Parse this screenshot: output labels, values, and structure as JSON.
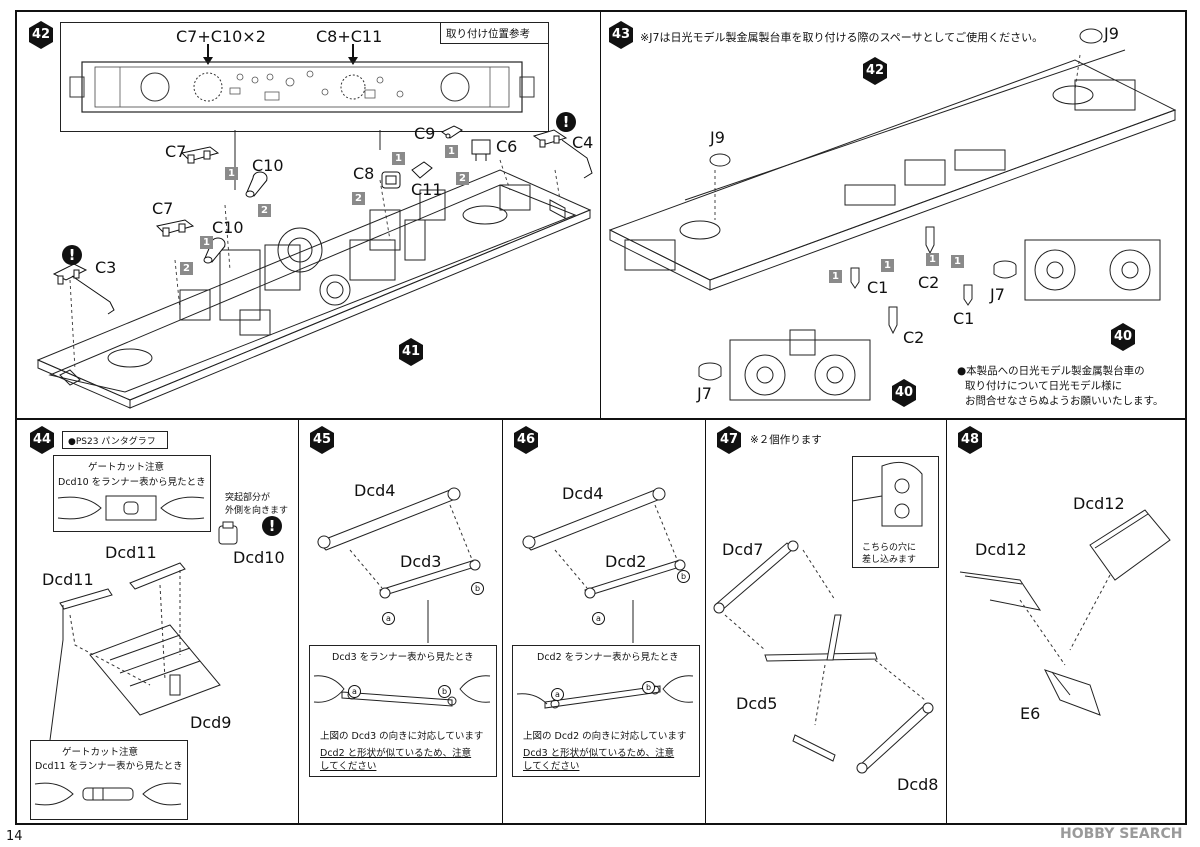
{
  "page": {
    "number": "14"
  },
  "watermark": {
    "text": "HOBBY SEARCH"
  },
  "steps": {
    "s42": {
      "badge": "42",
      "inset_title": "取り付け位置参考",
      "inset_label_left": "C7+C10×2",
      "inset_label_right": "C8+C11",
      "parts": {
        "c7a": "C7",
        "c10a": "C10",
        "c7b": "C7",
        "c10b": "C10",
        "c3": "C3",
        "c8": "C8",
        "c11": "C11",
        "c9": "C9",
        "c6": "C6",
        "c4": "C4"
      },
      "step_nums": {
        "n1a": "1",
        "n2a": "2",
        "n1b": "1",
        "n2b": "2",
        "n1c": "1",
        "n2c": "2",
        "n1d": "1",
        "n2d": "2"
      },
      "assembly_badge": "41",
      "warn": "!"
    },
    "s43": {
      "badge": "43",
      "note": "※J7は日光モデル製金属製台車を取り付ける際のスペーサとしてご使用ください。",
      "parts": {
        "j9a": "J9",
        "j9b": "J9",
        "c1a": "C1",
        "c2a": "C2",
        "c2b": "C2",
        "c1b": "C1",
        "j7a": "J7",
        "j7b": "J7"
      },
      "step_nums": {
        "n1a": "1",
        "n1b": "1",
        "n1c": "1",
        "n1d": "1"
      },
      "body_badge": "42",
      "bogie_badge_a": "40",
      "bogie_badge_b": "40",
      "footnote_l1": "●本製品への日光モデル製金属製台車の",
      "footnote_l2": "取り付けについて日光モデル様に",
      "footnote_l3": "お問合せなさらぬようお願いいたします。"
    },
    "s44": {
      "badge": "44",
      "header": "●PS23 パンタグラフ",
      "gate1_title": "ゲートカット注意",
      "gate1_text": "Dcd10 をランナー表から見たとき",
      "side_note_l1": "突起部分が",
      "side_note_l2": "外側を向きます",
      "parts": {
        "dcd11a": "Dcd11",
        "dcd11b": "Dcd11",
        "dcd10": "Dcd10",
        "dcd9": "Dcd9"
      },
      "gate2_title": "ゲートカット注意",
      "gate2_text": "Dcd11 をランナー表から見たとき",
      "warn": "!"
    },
    "s45": {
      "badge": "45",
      "parts": {
        "dcd4": "Dcd4",
        "dcd3": "Dcd3"
      },
      "mark_a": "a",
      "mark_b": "b",
      "box_title": "Dcd3 をランナー表から見たとき",
      "box_l1": "上図の Dcd3 の向きに対応しています",
      "box_l2": "Dcd2 と形状が似ているため、注意",
      "box_l3": "してください"
    },
    "s46": {
      "badge": "46",
      "parts": {
        "dcd4": "Dcd4",
        "dcd2": "Dcd2"
      },
      "mark_a": "a",
      "mark_b": "b",
      "box_title": "Dcd2 をランナー表から見たとき",
      "box_l1": "上図の Dcd2 の向きに対応しています",
      "box_l2": "Dcd3 と形状が似ているため、注意",
      "box_l3": "してください"
    },
    "s47": {
      "badge": "47",
      "note": "※２個作ります",
      "inset_l1": "こちらの穴に",
      "inset_l2": "差し込みます",
      "parts": {
        "dcd7": "Dcd7",
        "dcd5": "Dcd5",
        "dcd8": "Dcd8"
      }
    },
    "s48": {
      "badge": "48",
      "parts": {
        "dcd12a": "Dcd12",
        "dcd12b": "Dcd12",
        "e6": "E6"
      }
    }
  }
}
